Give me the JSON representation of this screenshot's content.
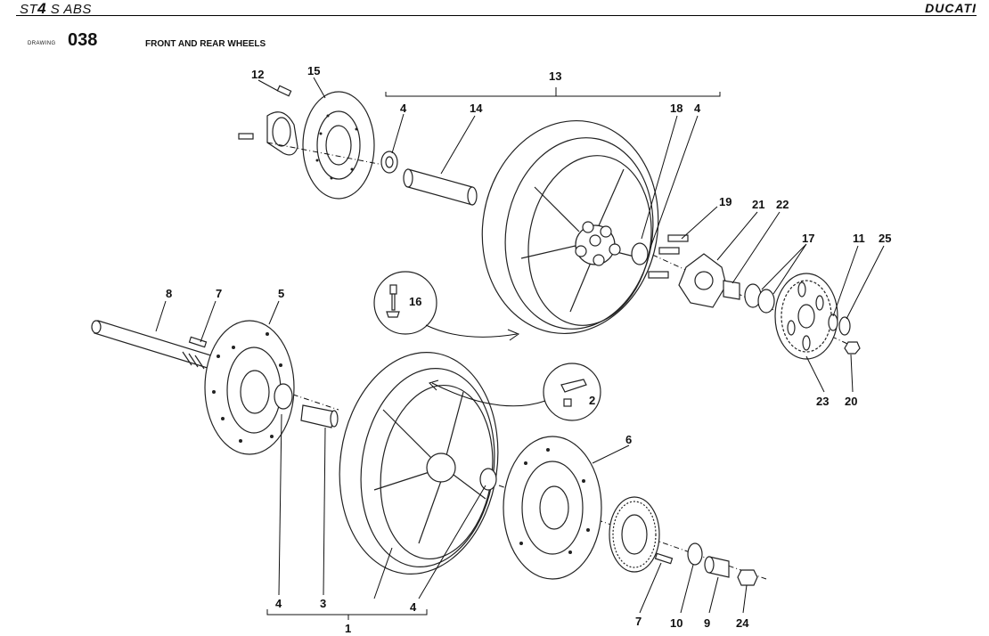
{
  "header": {
    "model_prefix": "ST",
    "model_number": "4",
    "model_suffix": " S ABS",
    "brand": "DUCATI"
  },
  "drawing": {
    "label": "DRAWING",
    "number": "038",
    "title": "FRONT AND REAR WHEELS"
  },
  "callouts": {
    "c1": "1",
    "c2": "2",
    "c3": "3",
    "c4a": "4",
    "c4b": "4",
    "c4c": "4",
    "c4d": "4",
    "c5": "5",
    "c6": "6",
    "c7a": "7",
    "c7b": "7",
    "c8": "8",
    "c9": "9",
    "c10": "10",
    "c11": "11",
    "c12": "12",
    "c13": "13",
    "c14": "14",
    "c15": "15",
    "c16": "16",
    "c17": "17",
    "c18": "18",
    "c19": "19",
    "c20": "20",
    "c21": "21",
    "c22": "22",
    "c23": "23",
    "c24": "24",
    "c25": "25"
  }
}
